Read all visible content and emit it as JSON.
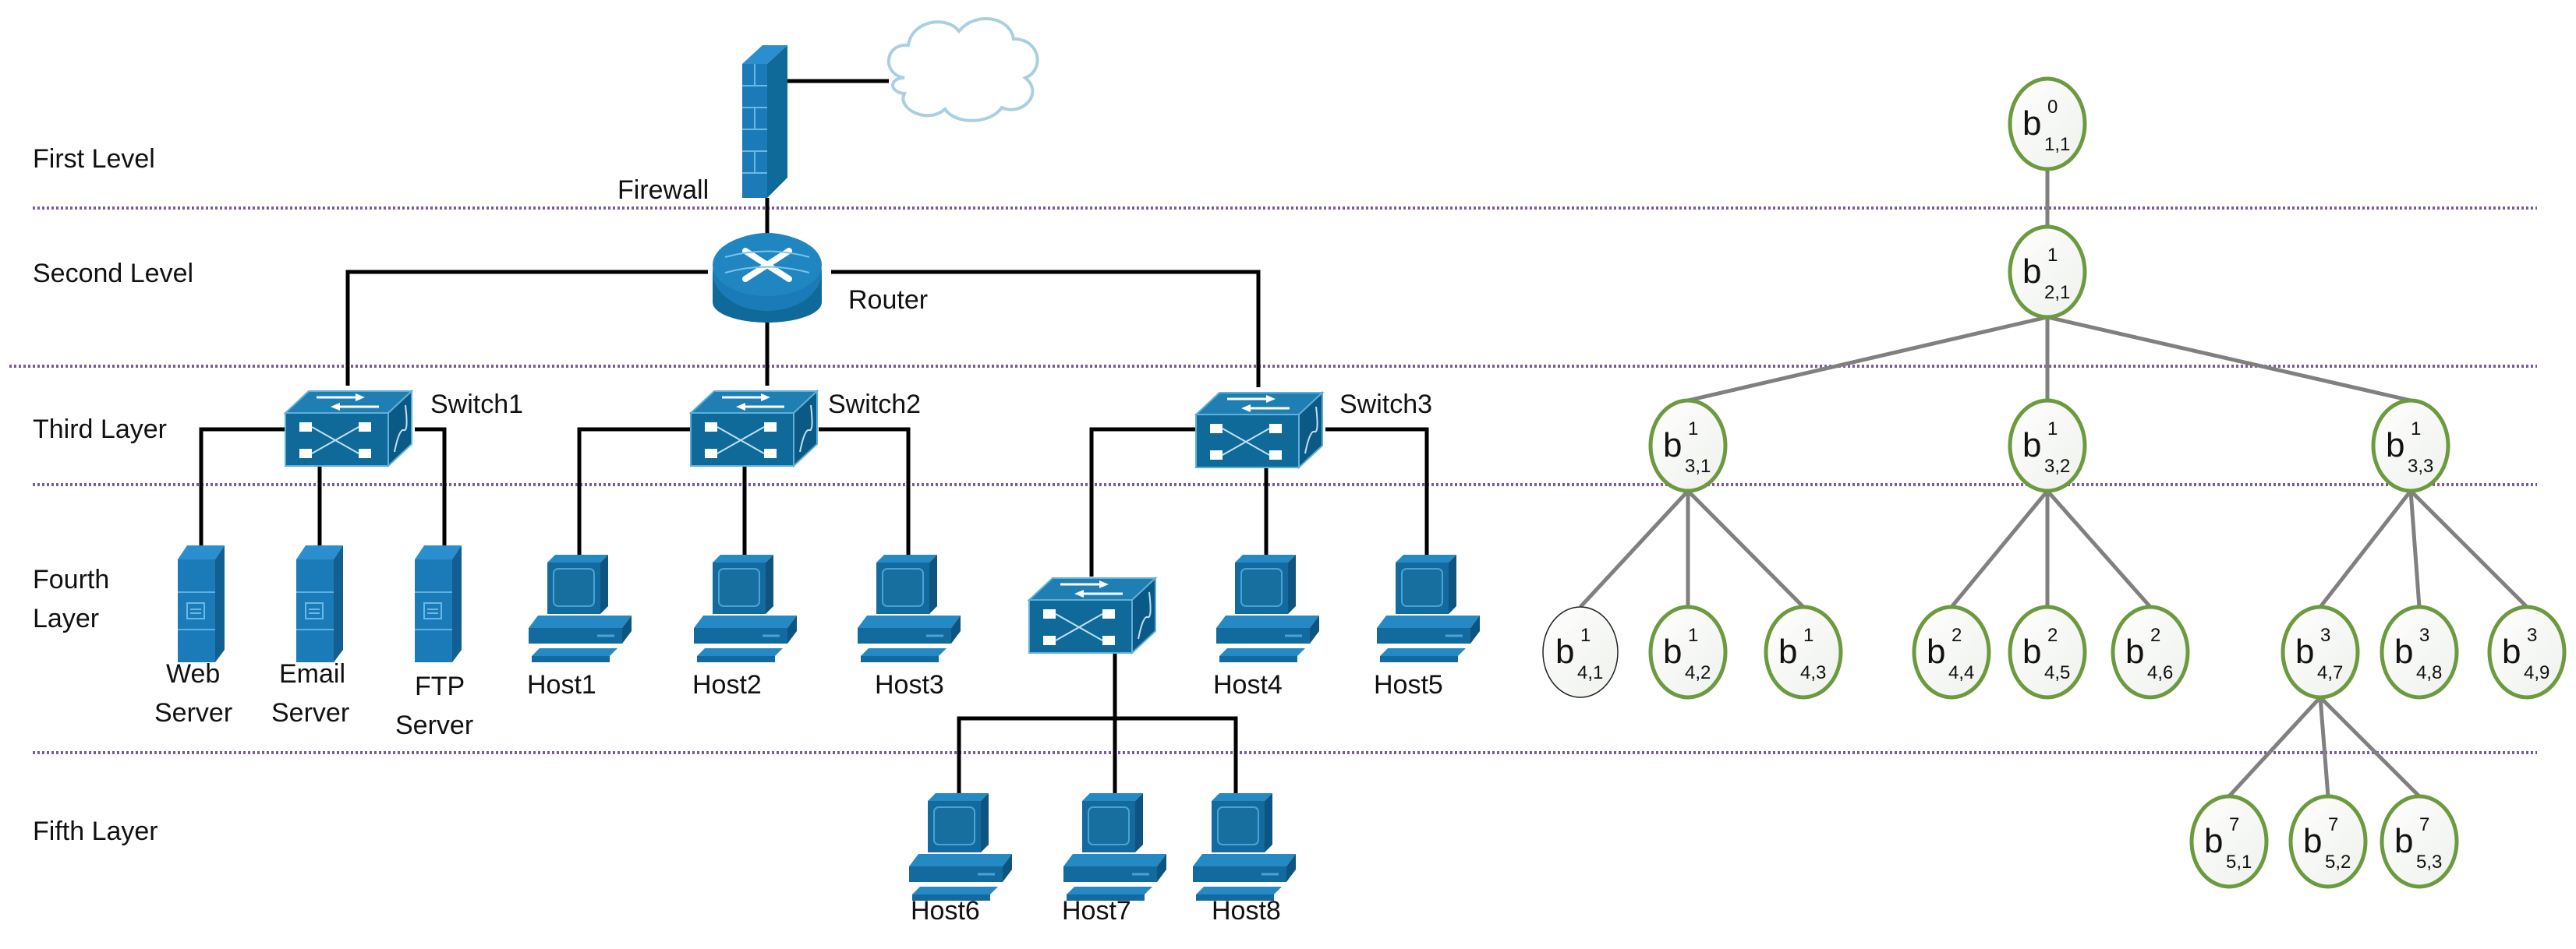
{
  "levels": [
    {
      "label": "First Level"
    },
    {
      "label": "Second Level"
    },
    {
      "label": "Third Layer"
    },
    {
      "label_lines": [
        "Fourth",
        "Layer"
      ]
    },
    {
      "label": "Fifth Layer"
    }
  ],
  "colors": {
    "device_blue": "#1a7bb8",
    "device_dark": "#0f5f8e",
    "divider": "#7a5c9a",
    "tree_node_border": "#6b9a3f",
    "tree_edge": "#808080",
    "cloud_stroke": "#a9cfe0"
  },
  "network": {
    "cloud": {
      "name": "Internet cloud"
    },
    "firewall": {
      "label": "Firewall"
    },
    "router": {
      "label": "Router"
    },
    "switches": [
      {
        "label": "Switch1"
      },
      {
        "label": "Switch2"
      },
      {
        "label": "Switch3"
      },
      {
        "label": ""
      }
    ],
    "servers": [
      {
        "label_lines": [
          "Web",
          "Server"
        ]
      },
      {
        "label_lines": [
          "Email",
          "Server"
        ]
      },
      {
        "label_lines": [
          "FTP",
          "Server"
        ]
      }
    ],
    "hosts": [
      {
        "label": "Host1"
      },
      {
        "label": "Host2"
      },
      {
        "label": "Host3"
      },
      {
        "label": "Host4"
      },
      {
        "label": "Host5"
      },
      {
        "label": "Host6"
      },
      {
        "label": "Host7"
      },
      {
        "label": "Host8"
      }
    ]
  },
  "tree": {
    "nodes": [
      {
        "id": "r",
        "base": "b",
        "sup": "0",
        "sub": "1,1",
        "highlighted": true
      },
      {
        "id": "a",
        "base": "b",
        "sup": "1",
        "sub": "2,1",
        "highlighted": true
      },
      {
        "id": "c1",
        "base": "b",
        "sup": "1",
        "sub": "3,1",
        "highlighted": true
      },
      {
        "id": "c2",
        "base": "b",
        "sup": "1",
        "sub": "3,2",
        "highlighted": true
      },
      {
        "id": "c3",
        "base": "b",
        "sup": "1",
        "sub": "3,3",
        "highlighted": true
      },
      {
        "id": "d1",
        "base": "b",
        "sup": "1",
        "sub": "4,1",
        "highlighted": false
      },
      {
        "id": "d2",
        "base": "b",
        "sup": "1",
        "sub": "4,2",
        "highlighted": true
      },
      {
        "id": "d3",
        "base": "b",
        "sup": "1",
        "sub": "4,3",
        "highlighted": true
      },
      {
        "id": "d4",
        "base": "b",
        "sup": "2",
        "sub": "4,4",
        "highlighted": true
      },
      {
        "id": "d5",
        "base": "b",
        "sup": "2",
        "sub": "4,5",
        "highlighted": true
      },
      {
        "id": "d6",
        "base": "b",
        "sup": "2",
        "sub": "4,6",
        "highlighted": true
      },
      {
        "id": "d7",
        "base": "b",
        "sup": "3",
        "sub": "4,7",
        "highlighted": true
      },
      {
        "id": "d8",
        "base": "b",
        "sup": "3",
        "sub": "4,8",
        "highlighted": true
      },
      {
        "id": "d9",
        "base": "b",
        "sup": "3",
        "sub": "4,9",
        "highlighted": true
      },
      {
        "id": "e1",
        "base": "b",
        "sup": "7",
        "sub": "5,1",
        "highlighted": true
      },
      {
        "id": "e2",
        "base": "b",
        "sup": "7",
        "sub": "5,2",
        "highlighted": true
      },
      {
        "id": "e3",
        "base": "b",
        "sup": "7",
        "sub": "5,3",
        "highlighted": true
      }
    ],
    "edges": [
      [
        "r",
        "a"
      ],
      [
        "a",
        "c1"
      ],
      [
        "a",
        "c2"
      ],
      [
        "a",
        "c3"
      ],
      [
        "c1",
        "d1"
      ],
      [
        "c1",
        "d2"
      ],
      [
        "c1",
        "d3"
      ],
      [
        "c2",
        "d4"
      ],
      [
        "c2",
        "d5"
      ],
      [
        "c2",
        "d6"
      ],
      [
        "c3",
        "d7"
      ],
      [
        "c3",
        "d8"
      ],
      [
        "c3",
        "d9"
      ],
      [
        "d7",
        "e1"
      ],
      [
        "d7",
        "e2"
      ],
      [
        "d7",
        "e3"
      ]
    ]
  }
}
